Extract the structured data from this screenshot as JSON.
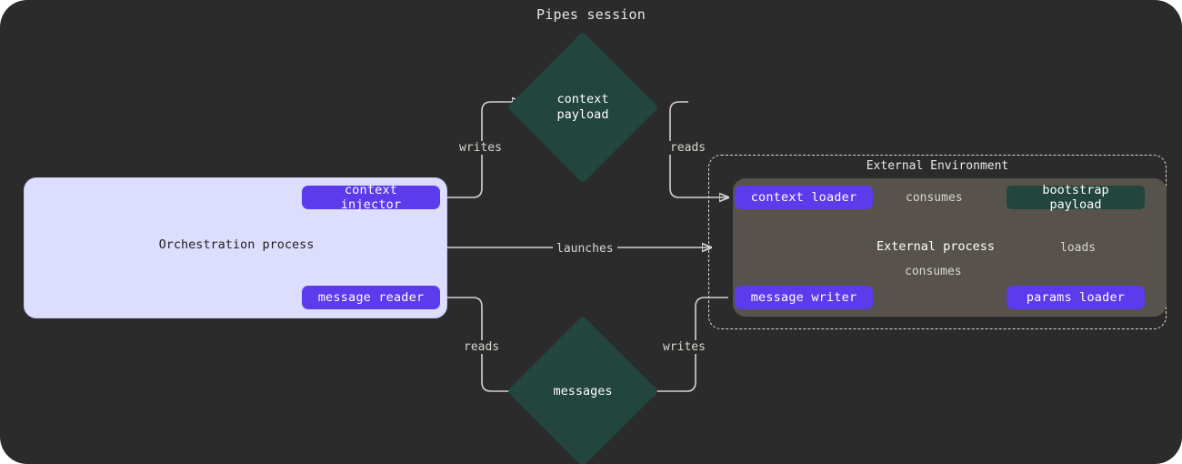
{
  "diagram": {
    "title": "Pipes session",
    "colors": {
      "background": "#2b2b2b",
      "orchestration_fill": "#ddddfe",
      "pill_fill": "#5b3bec",
      "resource_fill": "#22453d",
      "external_process_fill": "#57534c",
      "edge_stroke": "#d6d3cd"
    },
    "orchestration_process": {
      "label": "Orchestration process",
      "nodes": [
        {
          "id": "context-injector",
          "label": "context injector",
          "kind": "pill"
        },
        {
          "id": "message-reader",
          "label": "message reader",
          "kind": "pill"
        }
      ]
    },
    "external_environment": {
      "label": "External Environment",
      "process_label": "External process",
      "nodes": [
        {
          "id": "context-loader",
          "label": "context loader",
          "kind": "pill"
        },
        {
          "id": "message-writer",
          "label": "message writer",
          "kind": "pill"
        },
        {
          "id": "params-loader",
          "label": "params loader",
          "kind": "pill"
        },
        {
          "id": "bootstrap-payload",
          "label": "bootstrap payload",
          "kind": "resource"
        }
      ]
    },
    "resources": [
      {
        "id": "context-payload",
        "label": "context\npayload",
        "kind": "diamond"
      },
      {
        "id": "messages",
        "label": "messages",
        "kind": "diamond"
      }
    ],
    "edges": [
      {
        "id": "writes-context",
        "label": "writes",
        "from": "context-injector",
        "to": "context-payload"
      },
      {
        "id": "reads-context",
        "label": "reads",
        "from": "context-payload",
        "to": "context-loader"
      },
      {
        "id": "launches",
        "label": "launches",
        "from": "orchestration-process",
        "to": "external-environment"
      },
      {
        "id": "reads-messages",
        "label": "reads",
        "from": "message-reader",
        "to": "messages"
      },
      {
        "id": "writes-messages",
        "label": "writes",
        "from": "message-writer",
        "to": "messages"
      },
      {
        "id": "consumes-context",
        "label": "consumes",
        "from": "context-loader",
        "to": "bootstrap-payload"
      },
      {
        "id": "consumes-message",
        "label": "consumes",
        "from": "message-writer",
        "to": "bootstrap-payload"
      },
      {
        "id": "loads-params",
        "label": "loads",
        "from": "params-loader",
        "to": "bootstrap-payload"
      }
    ]
  }
}
